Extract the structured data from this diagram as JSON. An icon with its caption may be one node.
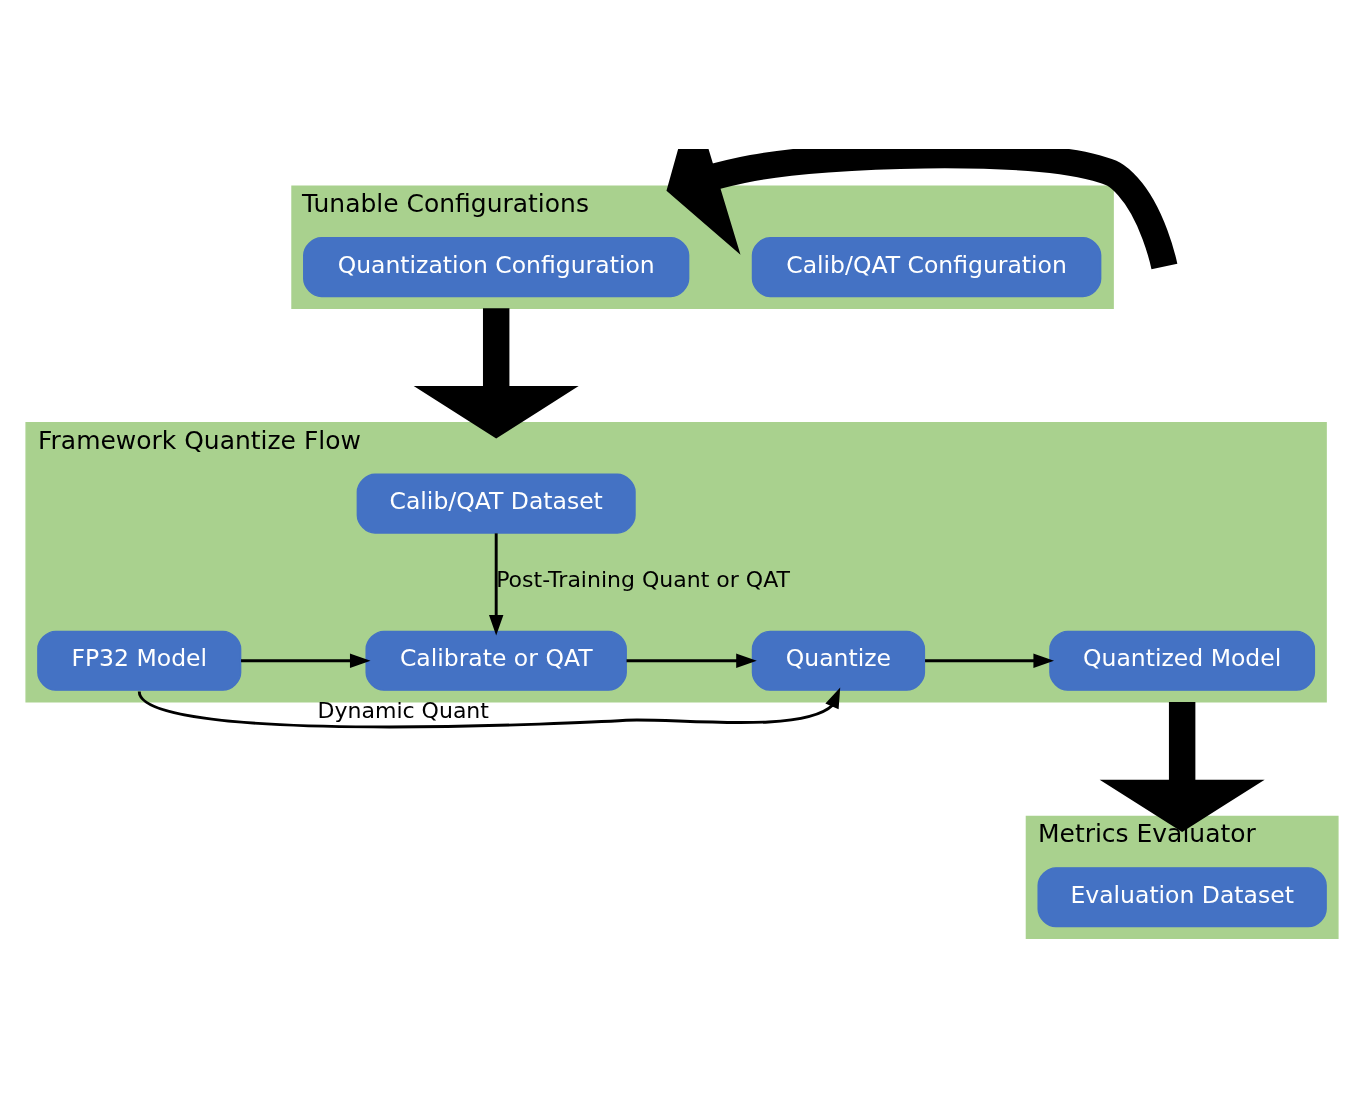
{
  "diagram": {
    "nodes": [
      {
        "text": [
          "Tunable Configurations"
        ]
      },
      {
        "text": [
          "Calib/QAT Configuration"
        ],
        "in": 0
      },
      {
        "text": [
          "Quantization Configuration"
        ],
        "in": 0
      },
      {
        "text": [
          "Framework Quantize Flow"
        ]
      },
      {
        "text": [
          "Calib/QAT Dataset"
        ],
        "in": 3
      },
      {
        "text": [
          "FP32 Model"
        ],
        "in": 3
      },
      {
        "text": [
          "Calibrate or QAT"
        ],
        "in": 3
      },
      {
        "text": [
          "Quantize"
        ],
        "in": 3
      },
      {
        "text": [
          "Quantized Model"
        ],
        "in": 3
      },
      {
        "text": [
          "Metrics Evaluator"
        ]
      },
      {
        "text": [
          "Evaluation Dataset"
        ],
        "in": 9
      }
    ],
    "edges": [
      {
        "from": null,
        "to": 0,
        "arrow": "to",
        "style": "thick"
      },
      {
        "from": 0,
        "to": 3,
        "arrow": "to",
        "style": "thick"
      },
      {
        "from": 4,
        "to": 6,
        "arrow": "to",
        "label": "Post-Training Quant or QAT"
      },
      {
        "from": 5,
        "to": 6,
        "arrow": "to"
      },
      {
        "from": 6,
        "to": 7,
        "arrow": "to"
      },
      {
        "from": 7,
        "to": 8,
        "arrow": "to"
      },
      {
        "from": 5,
        "to": 7,
        "arrow": "to",
        "label": "Dynamic Quant"
      },
      {
        "from": 3,
        "to": 9,
        "arrow": "to",
        "style": "thick"
      }
    ]
  }
}
